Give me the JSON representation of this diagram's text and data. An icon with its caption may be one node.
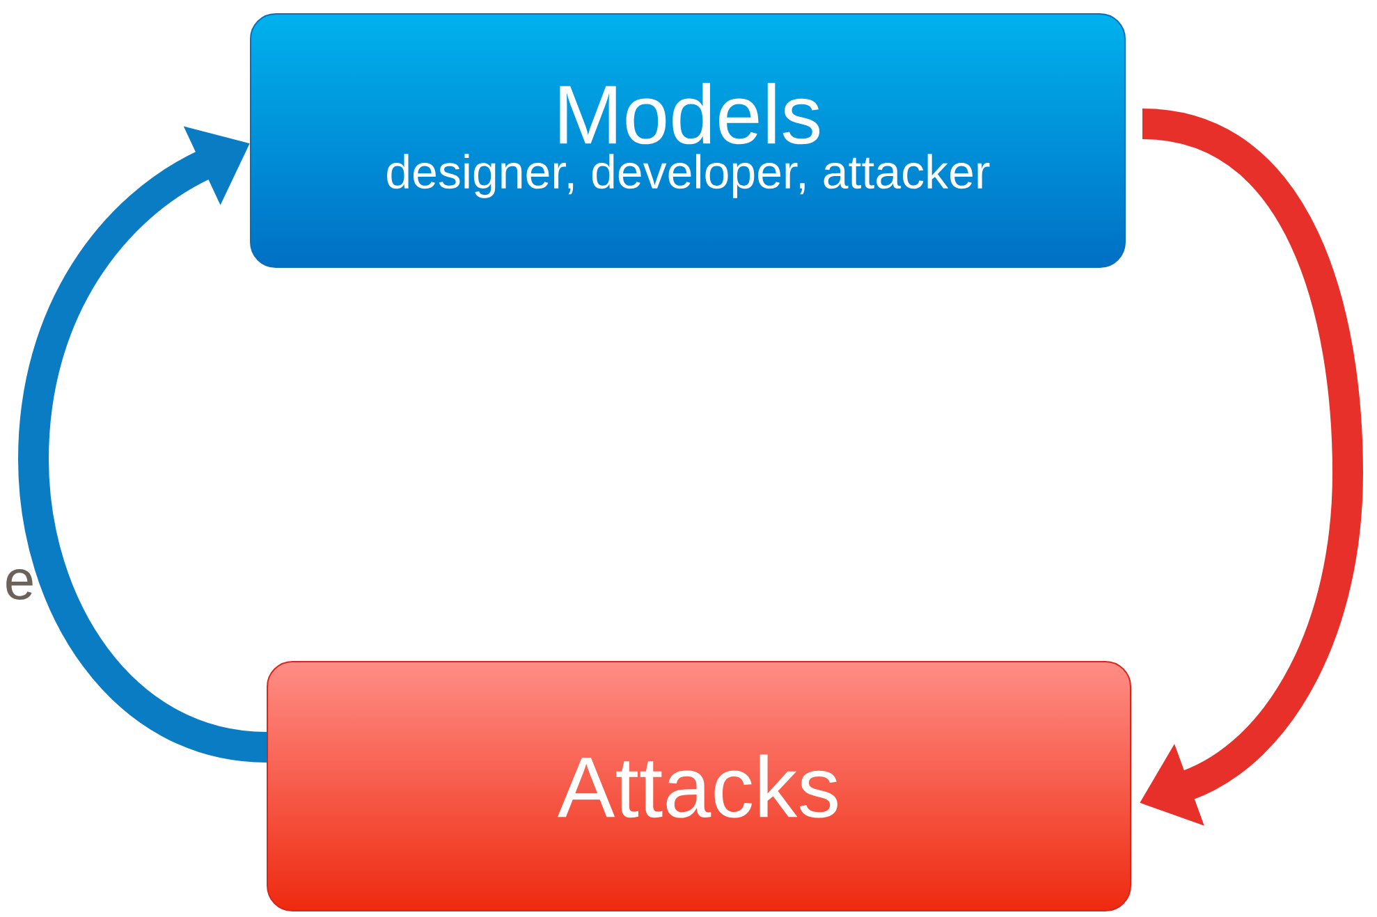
{
  "diagram": {
    "nodes": [
      {
        "text": [
          "Models",
          "designer, developer, attacker"
        ]
      },
      {
        "text": [
          "Attacks"
        ]
      }
    ],
    "edges": [
      {
        "from": 1,
        "to": 0,
        "arrow": "to",
        "color": "#0a7cc4"
      },
      {
        "from": 0,
        "to": 1,
        "arrow": "to",
        "color": "#e8302a"
      }
    ],
    "labels": [
      "e"
    ]
  }
}
